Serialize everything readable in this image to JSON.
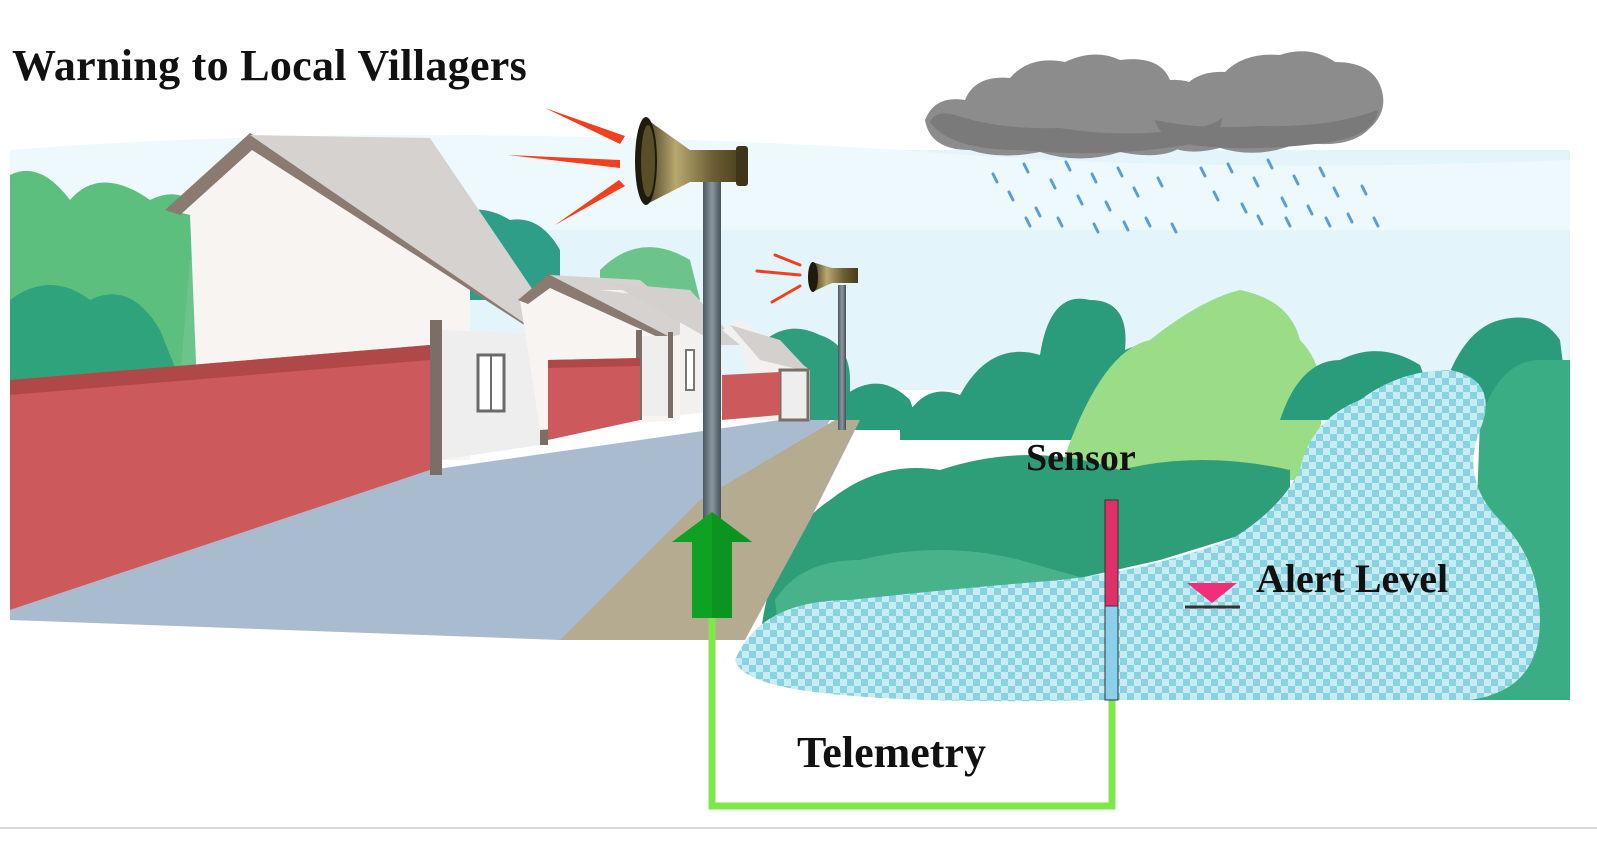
{
  "diagram": {
    "title": "Warning to Local Villagers",
    "labels": {
      "sensor": "Sensor",
      "alert_level": "Alert Level",
      "telemetry": "Telemetry"
    },
    "colors": {
      "sky": "#e3f5fb",
      "wall": "#cc5a5c",
      "road": "#a9bccf",
      "foliage_light": "#5cbf7e",
      "foliage_dark": "#2a9c7c",
      "water": "#a8dde8",
      "cloud": "#8c8c8c",
      "rain": "#5b9ed6",
      "telemetry_line": "#7ee84a",
      "up_arrow": "#0fa124",
      "sensor_upper": "#e0306a",
      "sensor_lower": "#8ad0ea",
      "alert_marker": "#ef2f7a",
      "sound_waves": "#f0401e"
    },
    "icons": [
      "rain-cloud-icon",
      "loudspeaker-icon",
      "sensor-gauge-icon",
      "alert-level-marker-icon",
      "up-arrow-icon"
    ]
  }
}
